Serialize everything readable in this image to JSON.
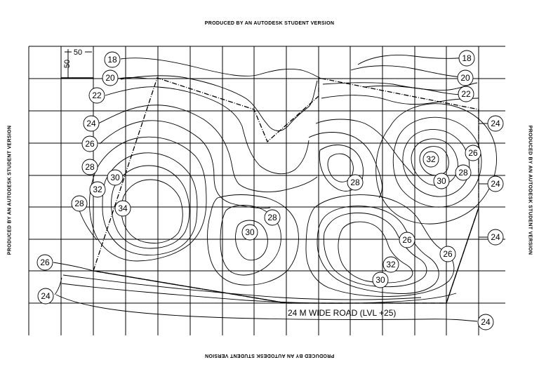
{
  "watermark": {
    "top": "PRODUCED BY AN AUTODESK STUDENT VERSION",
    "bottom": "PRODUCED BY AN AUTODESK STUDENT VERSION",
    "left": "PRODUCED BY AN AUTODESK STUDENT VERSION",
    "right": "PRODUCED BY AN AUTODESK STUDENT VERSION"
  },
  "scale": {
    "horizontal": "50",
    "vertical": "50"
  },
  "road_label": "24 M   WIDE  ROAD  (LVL +25)",
  "contour_labels": [
    "18",
    "20",
    "22",
    "24",
    "26",
    "28",
    "30",
    "32",
    "34",
    "18",
    "20",
    "22",
    "24",
    "26",
    "32",
    "30",
    "28",
    "24",
    "28",
    "28",
    "30",
    "32",
    "30",
    "26",
    "26",
    "24",
    "24",
    "24"
  ]
}
